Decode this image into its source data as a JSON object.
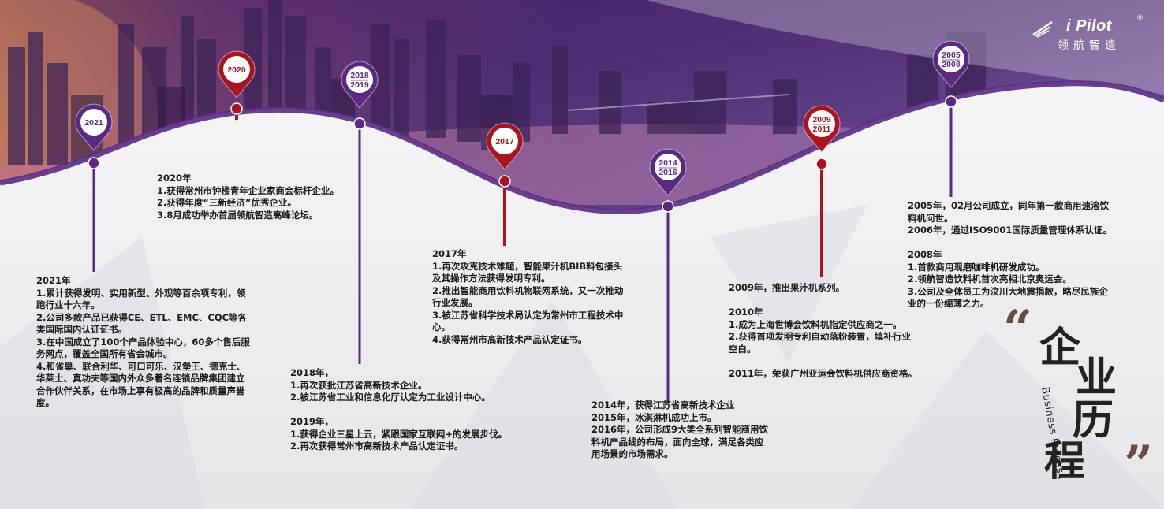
{
  "brand": {
    "name": "i Pilot",
    "registered_mark": "®",
    "name_cn": "领航智造"
  },
  "section_title": {
    "chars": [
      "企",
      "业",
      "历",
      "程"
    ],
    "subtitle_en": "Business Process",
    "quote_open": "“",
    "quote_close": "”"
  },
  "colors": {
    "purple": "#5a2a82",
    "red": "#a8151f",
    "text": "#1a1a1a",
    "sky_top": "#4a2a6e",
    "ground": "#ececf0"
  },
  "milestones": [
    {
      "label_lines": [
        "2021"
      ],
      "color": "purple"
    },
    {
      "label_lines": [
        "2020"
      ],
      "color": "red"
    },
    {
      "label_lines": [
        "2018",
        "2019"
      ],
      "color": "purple"
    },
    {
      "label_lines": [
        "2017"
      ],
      "color": "red"
    },
    {
      "label_lines": [
        "2014",
        "2016"
      ],
      "color": "purple"
    },
    {
      "label_lines": [
        "2009",
        "2011"
      ],
      "color": "red"
    },
    {
      "label_lines": [
        "2005",
        "2008"
      ],
      "color": "purple"
    }
  ],
  "texts": {
    "t2021": "2021年\n1.累计获得发明、实用新型、外观等百余项专利，领\n跑行业十六年。\n2.公司多款产品已获得CE、ETL、EMC、CQC等各\n类国际国内认证证书。\n3.在中国成立了100个产品体验中心，60多个售后服\n务网点，覆盖全国所有省会城市。\n4.和雀巢、联合利华、可口可乐、汉堡王、德克士、\n华莱士、真功夫等国内外众多著名连锁品牌集团建立\n合作伙伴关系，在市场上享有极高的品牌和质量声誉\n度。",
    "t2020": "2020年\n1.获得常州市钟楼青年企业家商会标杆企业。\n2.获得年度“三新经济”优秀企业。\n3.8月成功举办首届领航智造高峰论坛。",
    "t2018": "2018年，\n1.再次获批江苏省高新技术企业。\n2.被江苏省工业和信息化厅认定为工业设计中心。\n\n2019年，\n1.获得企业三星上云，紧跟国家互联网+的发展步伐。\n2.再次获得常州市高新技术产品认定证书。",
    "t2017": "2017年\n1.再次攻克技术难题，智能果汁机BIB料包接头\n及其操作方法获得发明专利。\n2.推出智能商用饮料机物联网系统，又一次推动\n行业发展。\n3.被江苏省科学技术局认定为常州市工程技术中\n心。\n4.获得常州市高新技术产品认定证书。",
    "t2014": "2014年，获得江苏省高新技术企业\n2015年，冰淇淋机成功上市。\n2016年，公司形成9大类全系列智能商用饮\n料机产品线的布局，面向全球，满足各类应\n用场景的市场需求。",
    "t2009": "2009年，推出果汁机系列。\n\n2010年\n1.成为上海世博会饮料机指定供应商之一。\n2.获得首项发明专利自动落粉装置，填补行业\n空白。\n\n2011年，荣获广州亚运会饮料机供应商资格。",
    "t2005": "2005年，02月公司成立，同年第一款商用速溶饮\n料机问世。\n2006年，通过ISO9001国际质量管理体系认证。\n\n2008年\n1.首款商用现磨咖啡机研发成功。\n2.领航智造饮料机首次亮相北京奥运会。\n3.公司及全体员工为汶川大地震捐款，略尽民族企\n业的一份绵薄之力。"
  }
}
